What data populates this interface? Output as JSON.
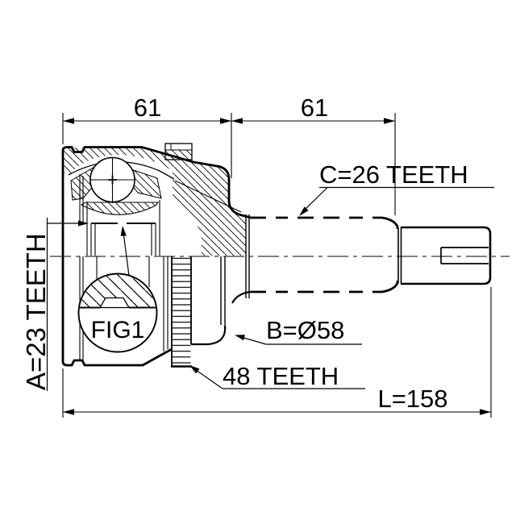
{
  "drawing": {
    "dimensions": {
      "top_left": "61",
      "top_right": "61",
      "overall_length": "L=158"
    },
    "labels": {
      "spline_a": "A=23 TEETH",
      "spline_c": "C=26 TEETH",
      "diameter_b": "B=Ø58",
      "abs_ring": "48 TEETH",
      "figure": "FIG1"
    },
    "colors": {
      "line": "#000000",
      "background": "#ffffff"
    }
  }
}
